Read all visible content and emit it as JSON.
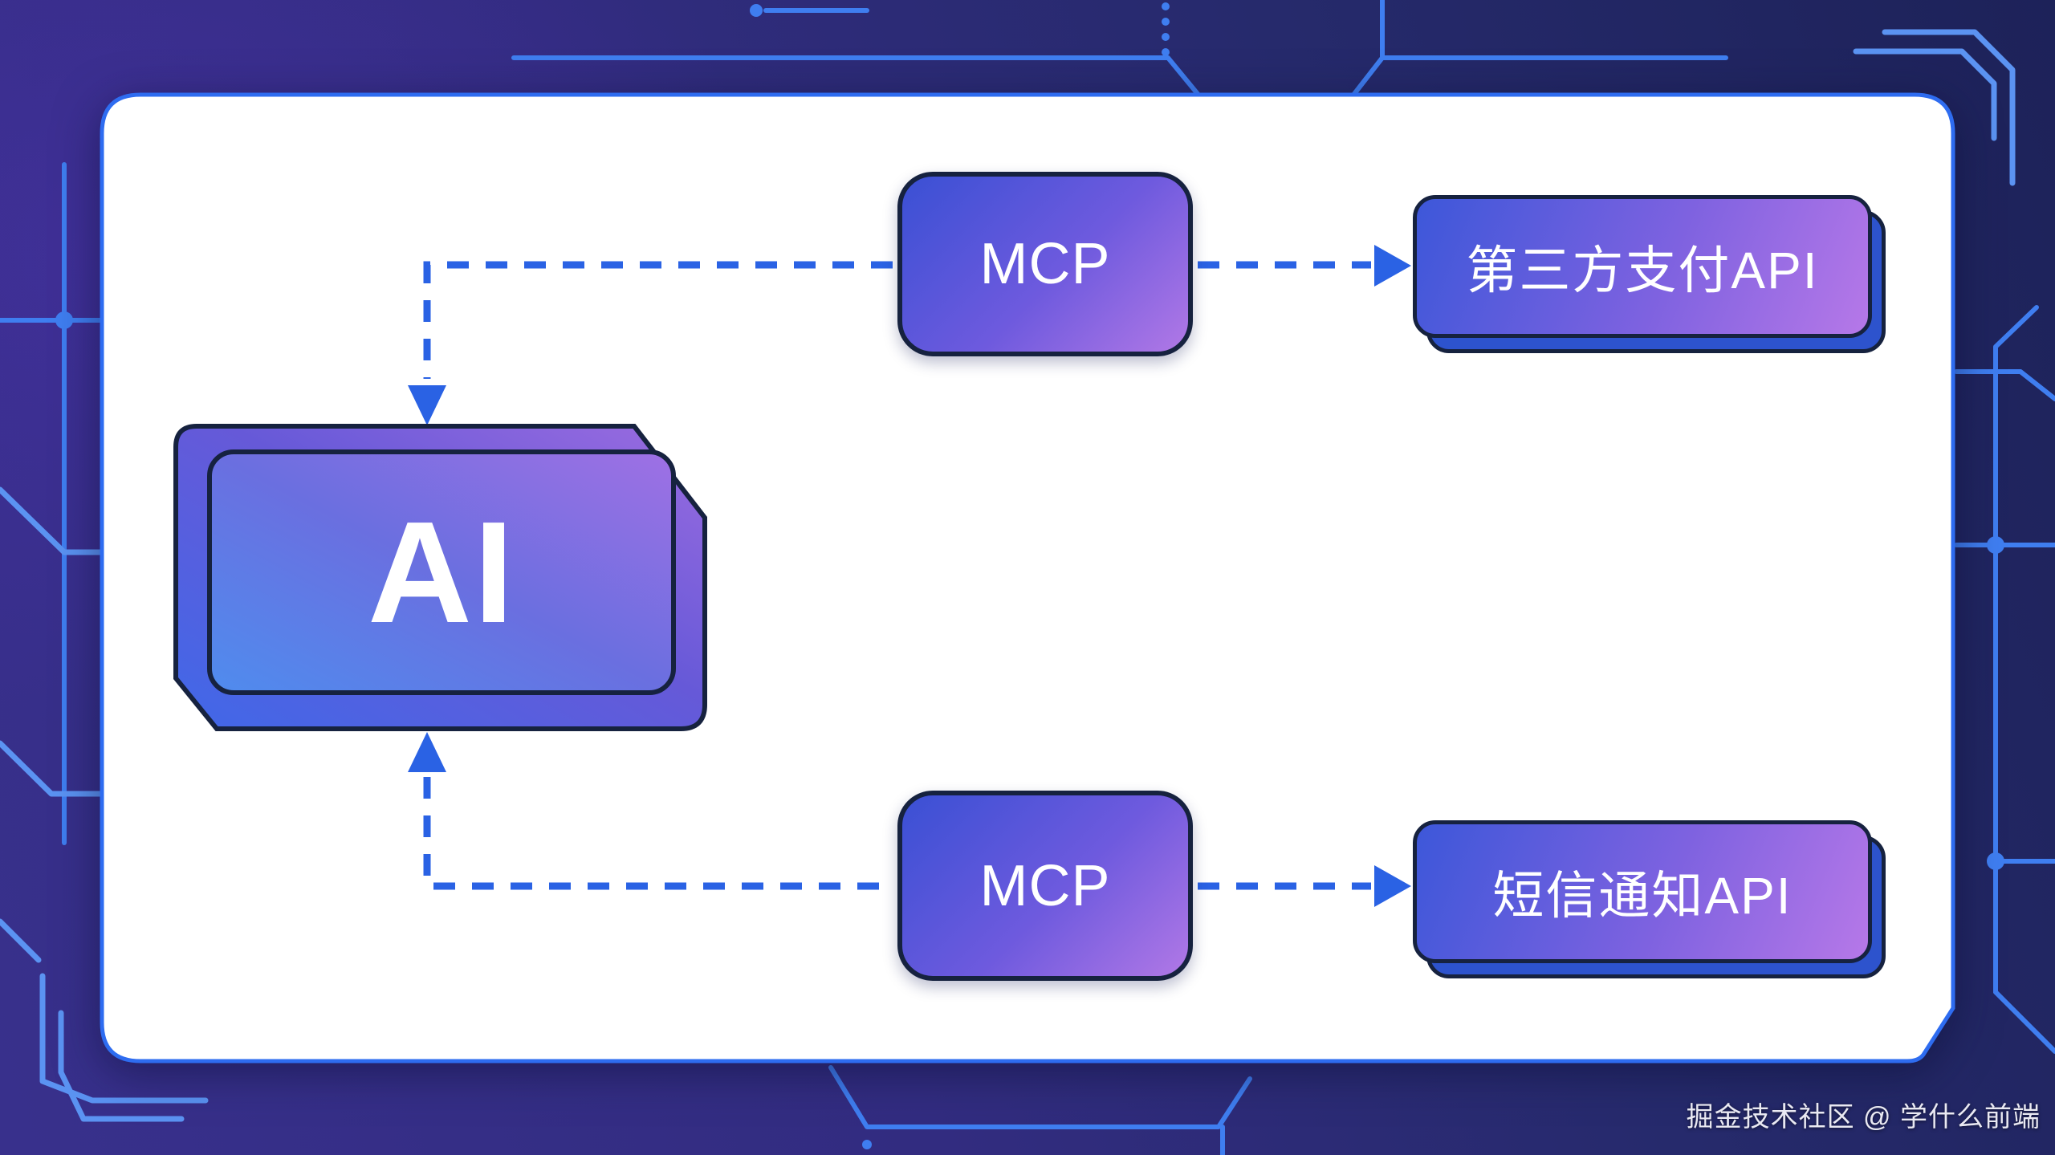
{
  "app": {
    "type": "architecture-diagram-slide"
  },
  "diagram": {
    "nodes": {
      "ai": {
        "label": "AI"
      },
      "mcp_top": {
        "label": "MCP"
      },
      "mcp_bottom": {
        "label": "MCP"
      },
      "api_payment": {
        "label": "第三方支付API"
      },
      "api_sms": {
        "label": "短信通知API"
      }
    },
    "connections": [
      {
        "from": "mcp_top",
        "to": "ai",
        "style": "dashed",
        "arrow_at": "ai-top"
      },
      {
        "from": "mcp_top",
        "to": "api_payment",
        "style": "dashed",
        "arrow_at": "api_payment-left"
      },
      {
        "from": "mcp_bottom",
        "to": "ai",
        "style": "dashed",
        "arrow_at": "ai-bottom"
      },
      {
        "from": "mcp_bottom",
        "to": "api_sms",
        "style": "dashed",
        "arrow_at": "api_sms-left"
      }
    ]
  },
  "watermark": {
    "text": "掘金技术社区 @ 学什么前端"
  },
  "colors": {
    "background_navy": "#1d2259",
    "background_indigo": "#38308c",
    "card_bg": "#ffffff",
    "card_border": "#2e6cf0",
    "connector_blue": "#2a62e4",
    "node_border": "#16223f",
    "node_gradient_blue": "#3a50d4",
    "node_gradient_violet": "#6e5ade",
    "node_gradient_purple": "#b178e6",
    "ai_inner_blue": "#4f8cee",
    "ai_inner_purple": "#9f70e4",
    "api_shadow_blue": "#2d53cd",
    "circuit_line": "#3f7ef0",
    "circuit_light": "#5b93f2",
    "text_white": "#ffffff"
  }
}
